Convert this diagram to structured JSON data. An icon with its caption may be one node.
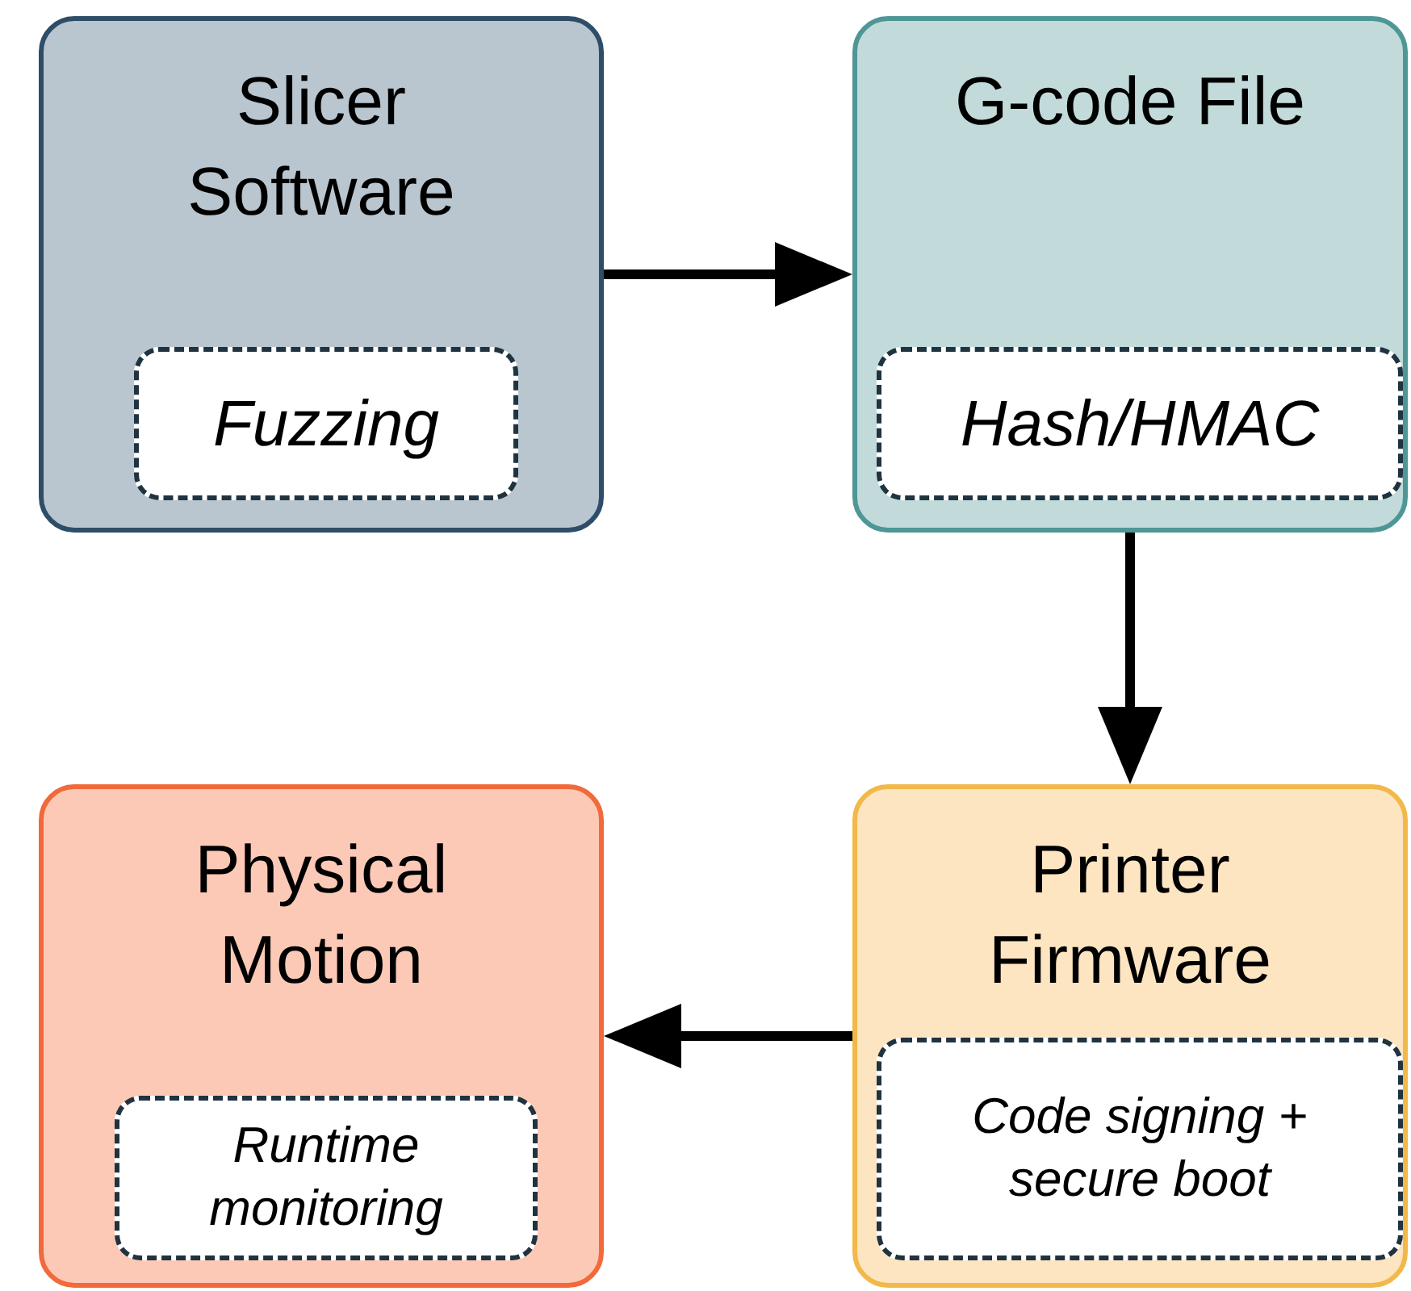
{
  "diagram": {
    "nodes": [
      {
        "text": [
          "Slicer Software"
        ]
      },
      {
        "text": [
          "Fuzzing"
        ],
        "in": 0
      },
      {
        "text": [
          "G-code File"
        ]
      },
      {
        "text": [
          "Hash/HMAC"
        ],
        "in": 2
      },
      {
        "text": [
          "Printer Firmware"
        ]
      },
      {
        "text": [
          "Code signing + secure boot"
        ],
        "in": 4
      },
      {
        "text": [
          "Physical Motion"
        ]
      },
      {
        "text": [
          "Runtime monitoring"
        ],
        "in": 6
      }
    ],
    "edges": [
      {
        "from": 0,
        "to": 2,
        "arrow": "to"
      },
      {
        "from": 2,
        "to": 4,
        "arrow": "to"
      },
      {
        "from": 4,
        "to": 6,
        "arrow": "to"
      }
    ]
  }
}
